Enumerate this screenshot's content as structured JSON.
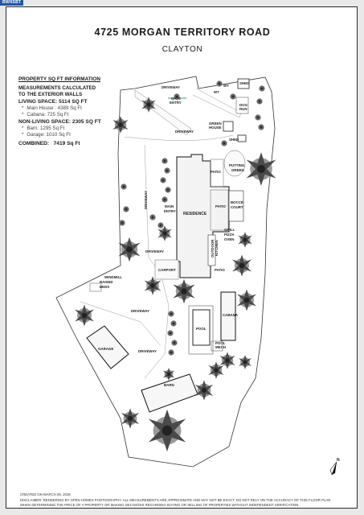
{
  "brand": {
    "logo": "BWHSBT"
  },
  "header": {
    "title": "4725 MORGAN TERRITORY ROAD",
    "subtitle": "CLAYTON"
  },
  "info": {
    "heading": "PROPERTY SQ FT INFORMATION",
    "measure_line1": "MEASUREMENTS CALCULATED",
    "measure_line2": "TO THE EXTERIOR WALLS",
    "living": "LIVING SPACE: 5114 SQ FT",
    "living_items": [
      {
        "label": "Main House :",
        "value": "4389 Sq Ft"
      },
      {
        "label": "Cabana:",
        "value": "725 Sq Ft"
      }
    ],
    "nonliving": "NON-LIVING SPACE: 2305 SQ FT",
    "nonliving_items": [
      {
        "label": "Barn:",
        "value": "1295 Sq Ft"
      },
      {
        "label": "Garage:",
        "value": "1010 Sq Ft"
      }
    ],
    "combined_label": "COMBINED:",
    "combined_value": "7419  Sq Ft"
  },
  "plan_labels": {
    "driveway": "DRIVEWAY",
    "gate_entry_1": "GATE",
    "gate_entry_2": "ENTRY",
    "wt": "WT",
    "shed": "SHED",
    "dog_run_1": "DOG",
    "dog_run_2": "RUN",
    "green_house_1": "GREEN",
    "green_house_2": "HOUSE",
    "putting_green_1": "PUTTING",
    "putting_green_2": "GREEN",
    "patio": "PATIO",
    "bocce_court_1": "BOCCE",
    "bocce_court_2": "COURT",
    "residence": "RESIDENCE",
    "main_entry_1": "MAIN",
    "main_entry_2": "ENTRY",
    "grill_1": "GRILL",
    "grill_2": "PIZZA",
    "grill_3": "OVEN",
    "outdoor_kitchen_1": "OUTDOOR",
    "outdoor_kitchen_2": "KITCHEN",
    "carport": "CARPORT",
    "windmill": "WINDMILL",
    "raised_beds_1": "RAISED",
    "raised_beds_2": "BEDS",
    "cabana": "CABANA",
    "pool": "POOL",
    "pool_mech_1": "POOL",
    "pool_mech_2": "MECH",
    "garage": "GARAGE",
    "barn": "BARN",
    "north": "N"
  },
  "footer": {
    "created": "CREATED ON MARCH 09, 2026",
    "disclaimer_1": "DISCLAIMER: RENDERING BY OPEN HOMES PHOTOGRAPHY. ALL MEASUREMENTS ARE APPROXIMATE AND MAY NOT BE EXACT. DO NOT RELY ON THE ACCURACY OF THIS FLOOR PLAN",
    "disclaimer_2": "WHEN DETERMINING THE PRICE OF A PROPERTY OR MAKING DECISIONS REGARDING BUYING OR SELLING OF PROPERTIES WITHOUT INDEPENDENT VERIFICATION."
  },
  "colors": {
    "brand": "#2457a6",
    "ink": "#1a1a1a",
    "tree": "#555555",
    "gate": "#3aa36a"
  }
}
